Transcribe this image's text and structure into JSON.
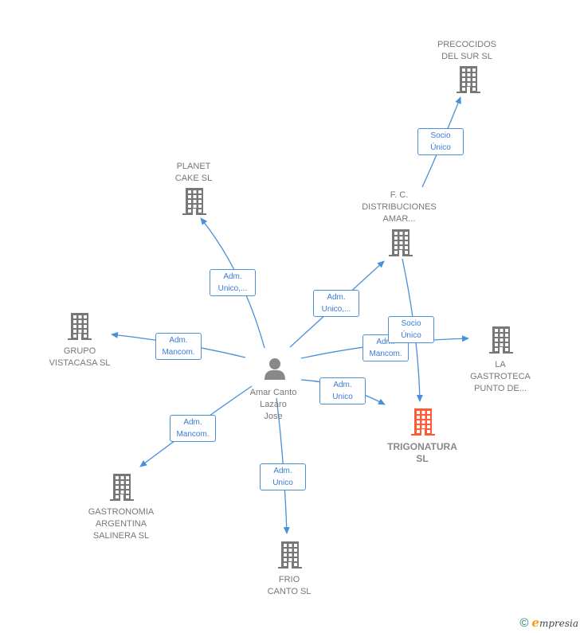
{
  "colors": {
    "edge": "#4a90d9",
    "building": "#777777",
    "focus_building": "#ff5a36",
    "person": "#888888"
  },
  "nodes": {
    "person": {
      "label": "Amar Canto\nLazaro\nJose",
      "icon": "person-icon"
    },
    "trigonatura": {
      "label": "TRIGONATURA\nSL",
      "icon": "building-icon"
    },
    "planet": {
      "label": "PLANET\nCAKE SL",
      "icon": "building-icon"
    },
    "grupo": {
      "label": "GRUPO\nVISTACASA SL",
      "icon": "building-icon"
    },
    "gastronomia": {
      "label": "GASTRONOMIA\nARGENTINA\nSALINERA  SL",
      "icon": "building-icon"
    },
    "frio": {
      "label": "FRIO\nCANTO SL",
      "icon": "building-icon"
    },
    "fc": {
      "label": "F. C.\nDISTRIBUCIONES\nAMAR...",
      "icon": "building-icon"
    },
    "precocidos": {
      "label": "PRECOCIDOS\nDEL SUR  SL",
      "icon": "building-icon"
    },
    "gastroteca": {
      "label": "LA\nGASTROTECA\nPUNTO DE...",
      "icon": "building-icon"
    }
  },
  "edges": {
    "planet": "Adm.\nUnico,...",
    "grupo": "Adm.\nMancom.",
    "gastronomia": "Adm.\nMancom.",
    "frio": "Adm.\nUnico",
    "fc": "Adm.\nUnico,...",
    "gastroteca": "Adm.\nMancom.",
    "trigonatura": "Adm.\nUnico",
    "fc_trigonatura": "Socio\nÚnico",
    "fc_precocidos": "Socio\nÚnico"
  },
  "footer": {
    "copyright_symbol": "©",
    "brand_initial": "e",
    "brand_rest": "mpresia"
  }
}
